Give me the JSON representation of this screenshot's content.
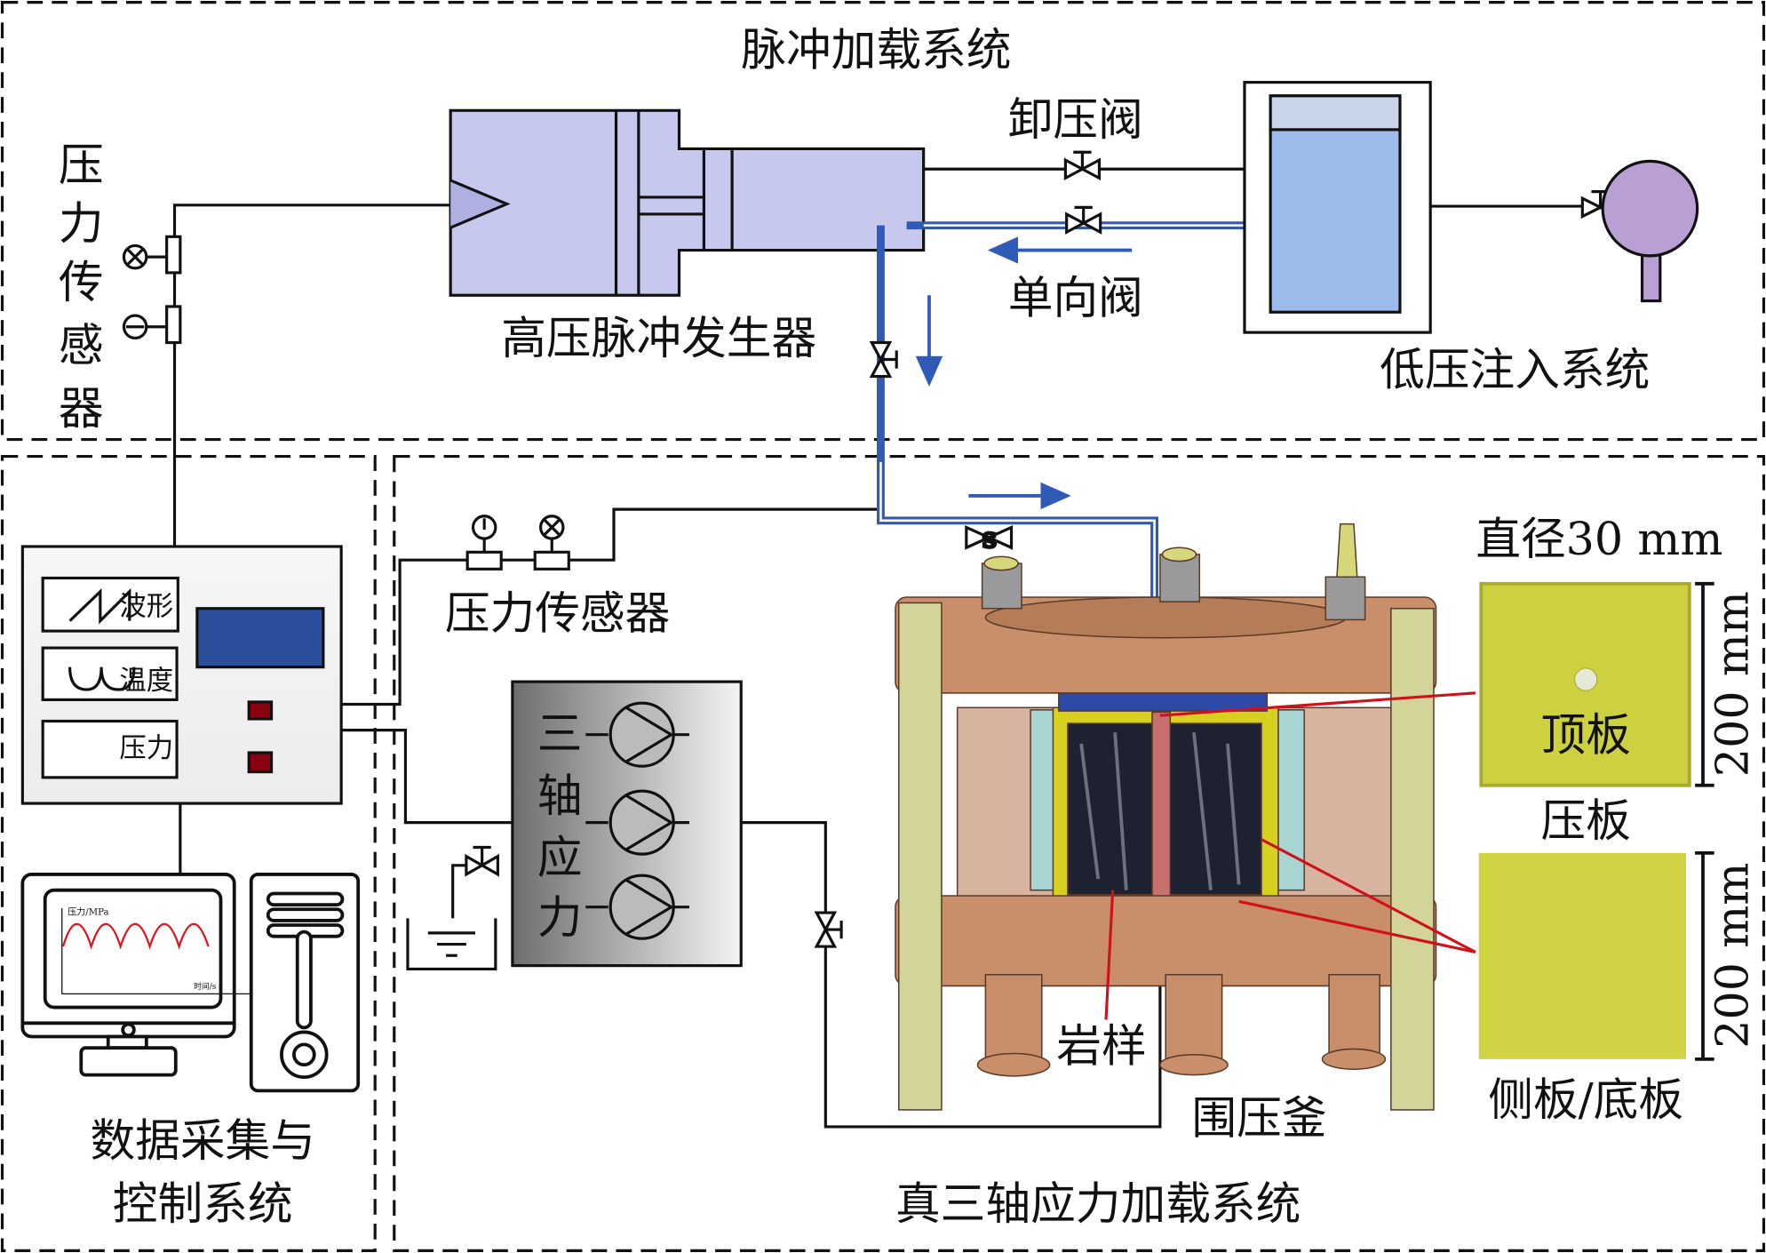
{
  "sections": {
    "pulse_loading": "脉冲加载系统",
    "data_acquisition_line1": "数据采集与",
    "data_acquisition_line2": "控制系统",
    "true_triaxial": "真三轴应力加载系统",
    "low_pressure_injection": "低压注入系统"
  },
  "components": {
    "pressure_sensor_vertical": [
      "压",
      "力",
      "传",
      "感",
      "器"
    ],
    "high_pressure_pulse_generator": "高压脉冲发生器",
    "relief_valve": "卸压阀",
    "check_valve": "单向阀",
    "pressure_sensor": "压力传感器",
    "triaxial_stress": [
      "三",
      "轴",
      "应",
      "力"
    ],
    "rock_sample": "岩样",
    "confining_vessel": "围压釜",
    "diameter": "直径30 mm",
    "top_plate": "顶板",
    "pressure_plate": "压板",
    "side_bottom_plate": "侧板/底板",
    "dimension_1": "200 mm",
    "dimension_2": "200 mm"
  },
  "controller": {
    "waveform": "波形",
    "temperature": "温度",
    "pressure": "压力"
  },
  "monitor": {
    "y_axis": "压力/MPa",
    "x_axis": "时间/s"
  },
  "colors": {
    "pipe_blue": "#2f5bb7",
    "generator_fill": "#c6c8ee",
    "display_blue": "#2b4f9a",
    "indicator_red": "#8b0010",
    "plate_yellow": "#cdd13f",
    "vessel_brown": "#c98f6a",
    "leader_red": "#d0101a"
  }
}
